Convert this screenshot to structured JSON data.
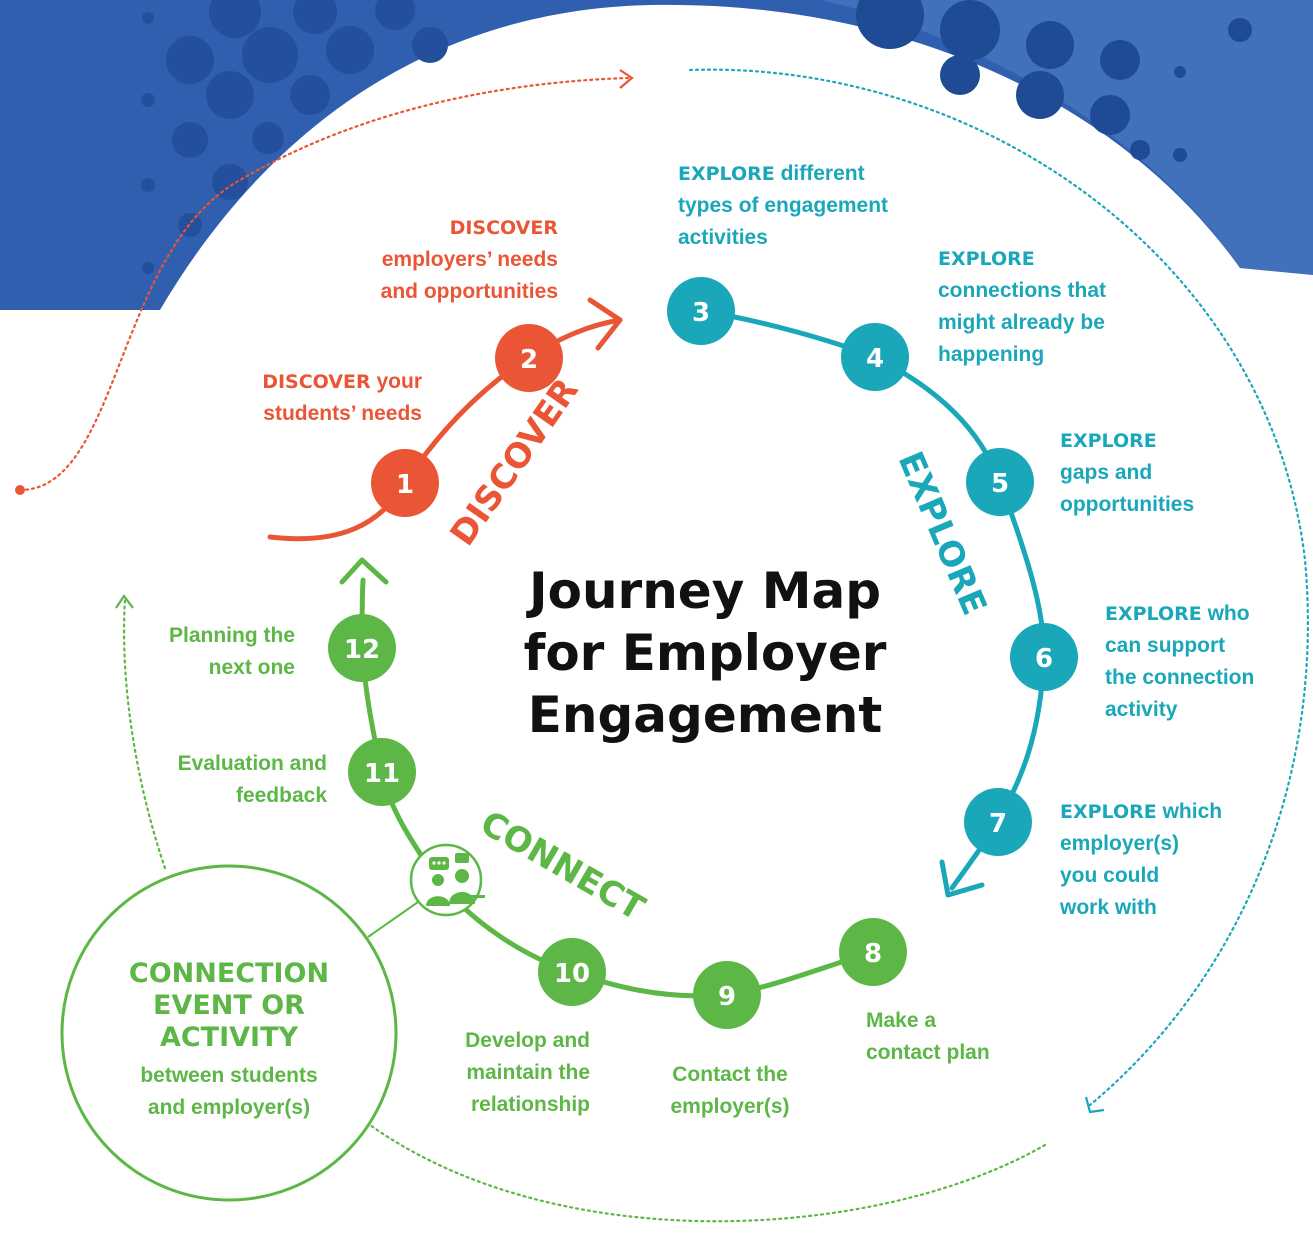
{
  "title": {
    "line1": "Journey Map",
    "line2": "for Employer",
    "line3": "Engagement"
  },
  "colors": {
    "discover": "#ea5535",
    "explore": "#19a7b9",
    "connect": "#5cb746",
    "title": "#111111",
    "background_blue": "#2f5fae"
  },
  "phases": {
    "discover": "DISCOVER",
    "explore": "EXPLORE",
    "connect": "CONNECT"
  },
  "steps": [
    {
      "number": "1",
      "phase": "discover",
      "keyword": "DISCOVER",
      "text": "your",
      "text2": "students’ needs"
    },
    {
      "number": "2",
      "phase": "discover",
      "keyword": "DISCOVER",
      "text": "employers’ needs",
      "text2": "and opportunities"
    },
    {
      "number": "3",
      "phase": "explore",
      "keyword": "EXPLORE",
      "text": "different",
      "text2": "types of engagement",
      "text3": "activities"
    },
    {
      "number": "4",
      "phase": "explore",
      "keyword": "EXPLORE",
      "text": "connections that",
      "text2": "might already be",
      "text3": "happening"
    },
    {
      "number": "5",
      "phase": "explore",
      "keyword": "EXPLORE",
      "text": "gaps and",
      "text2": "opportunities"
    },
    {
      "number": "6",
      "phase": "explore",
      "keyword": "EXPLORE",
      "text": "who",
      "text2": "can support",
      "text3": "the connection",
      "text4": "activity"
    },
    {
      "number": "7",
      "phase": "explore",
      "keyword": "EXPLORE",
      "text": "which",
      "text2": "employer(s)",
      "text3": "you could",
      "text4": "work with"
    },
    {
      "number": "8",
      "phase": "connect",
      "text": "Make a",
      "text2": "contact plan"
    },
    {
      "number": "9",
      "phase": "connect",
      "text": "Contact the",
      "text2": "employer(s)"
    },
    {
      "number": "10",
      "phase": "connect",
      "text": "Develop and",
      "text2": "maintain the",
      "text3": "relationship"
    },
    {
      "number": "11",
      "phase": "connect",
      "text": "Evaluation and",
      "text2": "feedback"
    },
    {
      "number": "12",
      "phase": "connect",
      "text": "Planning the",
      "text2": "next one"
    }
  ],
  "connection": {
    "title1": "CONNECTION",
    "title2": "EVENT OR",
    "title3": "ACTIVITY",
    "sub1": "between students",
    "sub2": "and employer(s)",
    "icon": "people-meeting-icon"
  }
}
